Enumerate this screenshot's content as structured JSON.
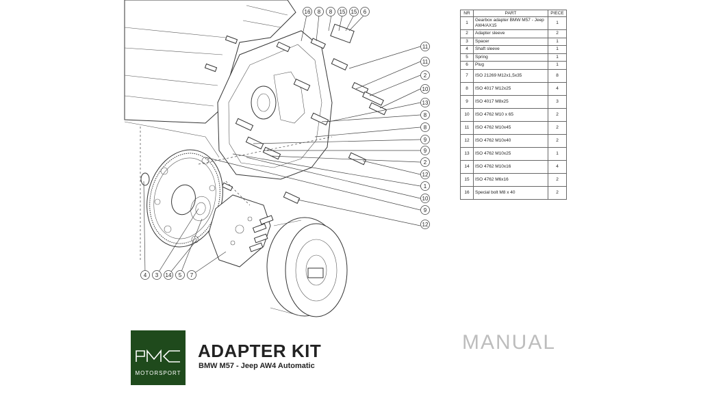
{
  "callouts": {
    "top": [
      "16",
      "8",
      "15",
      "15",
      "6"
    ],
    "right": [
      "11",
      "11",
      "2",
      "10",
      "13",
      "8",
      "8",
      "9",
      "9",
      "2",
      "12",
      "1",
      "10",
      "9",
      "12"
    ],
    "bottom": [
      "4",
      "3",
      "14",
      "5",
      "7"
    ]
  },
  "table": {
    "headers": {
      "nr": "NR",
      "part": "PART",
      "piece": "PIECE"
    },
    "rows": [
      {
        "nr": "1",
        "part": "Gearbox adapter BMW M57 - Jeep AW4/AX15",
        "piece": "1"
      },
      {
        "nr": "2",
        "part": "Adapter sleeve",
        "piece": "2"
      },
      {
        "nr": "3",
        "part": "Spacer",
        "piece": "1"
      },
      {
        "nr": "4",
        "part": "Shaft sleeve",
        "piece": "1"
      },
      {
        "nr": "5",
        "part": "Spring",
        "piece": "1"
      },
      {
        "nr": "6",
        "part": "Plug",
        "piece": "1"
      },
      {
        "nr": "7",
        "part": "ISO 21269 M12x1,5x35",
        "piece": "8"
      },
      {
        "nr": "8",
        "part": "ISO 4017 M12x25",
        "piece": "4"
      },
      {
        "nr": "9",
        "part": "ISO 4017 M8x25",
        "piece": "3"
      },
      {
        "nr": "10",
        "part": "ISO 4762 M10 x 65",
        "piece": "2"
      },
      {
        "nr": "11",
        "part": "ISO 4762 M10x45",
        "piece": "2"
      },
      {
        "nr": "12",
        "part": "ISO 4762 M10x40",
        "piece": "2"
      },
      {
        "nr": "13",
        "part": "ISO 4762 M10x25",
        "piece": "1"
      },
      {
        "nr": "14",
        "part": "ISO 4762 M10x16",
        "piece": "4"
      },
      {
        "nr": "15",
        "part": "ISO 4762 M6x16",
        "piece": "2"
      },
      {
        "nr": "16",
        "part": "Special bolt M8 x 40",
        "piece": "2"
      }
    ]
  },
  "branding": {
    "logo_mark": "PMC",
    "logo_text": "MOTORSPORT",
    "logo_color": "#1f4a1c",
    "title": "ADAPTER KIT",
    "subtitle": "BMW M57 - Jeep AW4 Automatic",
    "manual": "MANUAL"
  }
}
